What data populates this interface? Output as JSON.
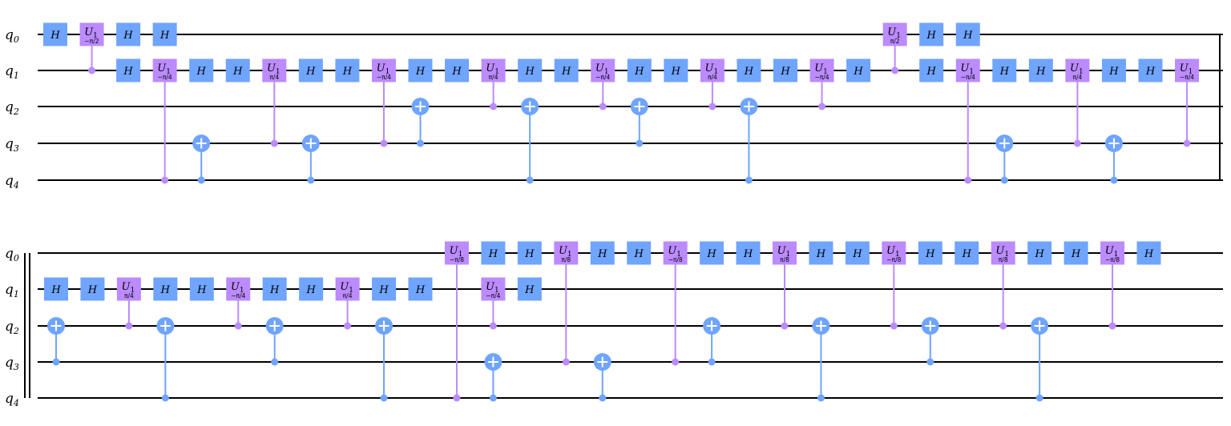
{
  "qubits": [
    "q",
    "q",
    "q",
    "q",
    "q"
  ],
  "qubit_indices": [
    "0",
    "1",
    "2",
    "3",
    "4"
  ],
  "gate_symbols": {
    "hadamard": "H",
    "u1": "U",
    "u1_subscript": "1"
  },
  "colors": {
    "hadamard": "#6fa4ff",
    "u1": "#bb8bff",
    "wire": "#000000"
  },
  "rows": [
    {
      "gates": [
        [
          "h",
          0,
          0
        ],
        [
          "cu1",
          1,
          0,
          1,
          "−π/2"
        ],
        [
          "h",
          2,
          0
        ],
        [
          "h",
          3,
          0
        ],
        [
          "h",
          2,
          1
        ],
        [
          "cu1",
          3,
          1,
          4,
          "−π/4"
        ],
        [
          "h",
          4,
          1
        ],
        [
          "cx",
          4,
          3,
          4
        ],
        [
          "h",
          5,
          1
        ],
        [
          "cu1",
          6,
          1,
          3,
          "π/4"
        ],
        [
          "h",
          7,
          1
        ],
        [
          "cx",
          7,
          3,
          4
        ],
        [
          "h",
          8,
          1
        ],
        [
          "cu1",
          9,
          1,
          3,
          "−π/4"
        ],
        [
          "h",
          10,
          1
        ],
        [
          "cx",
          10,
          2,
          3
        ],
        [
          "h",
          11,
          1
        ],
        [
          "cu1",
          12,
          1,
          2,
          "π/4"
        ],
        [
          "h",
          13,
          1
        ],
        [
          "cx",
          13,
          2,
          4
        ],
        [
          "h",
          14,
          1
        ],
        [
          "cu1",
          15,
          1,
          2,
          "−π/4"
        ],
        [
          "h",
          16,
          1
        ],
        [
          "cx",
          16,
          2,
          3
        ],
        [
          "h",
          17,
          1
        ],
        [
          "cu1",
          18,
          1,
          2,
          "π/4"
        ],
        [
          "h",
          19,
          1
        ],
        [
          "cx",
          19,
          2,
          4
        ],
        [
          "h",
          20,
          1
        ],
        [
          "cu1",
          21,
          1,
          2,
          "−π/4"
        ],
        [
          "h",
          22,
          1
        ],
        [
          "cu1",
          23,
          0,
          1,
          "π/2"
        ],
        [
          "h",
          24,
          0
        ],
        [
          "h",
          25,
          0
        ],
        [
          "h",
          24,
          1
        ],
        [
          "cu1",
          25,
          1,
          4,
          "−π/4"
        ],
        [
          "h",
          26,
          1
        ],
        [
          "cx",
          26,
          3,
          4
        ],
        [
          "h",
          27,
          1
        ],
        [
          "cu1",
          28,
          1,
          3,
          "π/4"
        ],
        [
          "h",
          29,
          1
        ],
        [
          "cx",
          29,
          3,
          4
        ],
        [
          "h",
          30,
          1
        ],
        [
          "cu1",
          31,
          1,
          3,
          "−π/4"
        ]
      ]
    },
    {
      "gates": [
        [
          "h",
          0,
          1
        ],
        [
          "cx",
          0,
          2,
          3
        ],
        [
          "h",
          1,
          1
        ],
        [
          "cu1",
          2,
          1,
          2,
          "π/4"
        ],
        [
          "h",
          3,
          1
        ],
        [
          "cx",
          3,
          2,
          4
        ],
        [
          "h",
          4,
          1
        ],
        [
          "cu1",
          5,
          1,
          2,
          "−π/4"
        ],
        [
          "h",
          6,
          1
        ],
        [
          "cx",
          6,
          2,
          3
        ],
        [
          "h",
          7,
          1
        ],
        [
          "cu1",
          8,
          1,
          2,
          "π/4"
        ],
        [
          "h",
          9,
          1
        ],
        [
          "cx",
          9,
          2,
          4
        ],
        [
          "h",
          10,
          1
        ],
        [
          "cu1",
          11,
          0,
          4,
          "−π/8"
        ],
        [
          "h",
          12,
          0
        ],
        [
          "cu1",
          12,
          1,
          2,
          "−π/4"
        ],
        [
          "cx",
          12,
          3,
          4
        ],
        [
          "h",
          13,
          0
        ],
        [
          "h",
          13,
          1
        ],
        [
          "cu1",
          14,
          0,
          3,
          "π/8"
        ],
        [
          "h",
          15,
          0
        ],
        [
          "cx",
          15,
          3,
          4
        ],
        [
          "h",
          16,
          0
        ],
        [
          "cu1",
          17,
          0,
          3,
          "−π/8"
        ],
        [
          "h",
          18,
          0
        ],
        [
          "cx",
          18,
          2,
          3
        ],
        [
          "h",
          19,
          0
        ],
        [
          "cu1",
          20,
          0,
          2,
          "π/8"
        ],
        [
          "h",
          21,
          0
        ],
        [
          "cx",
          21,
          2,
          4
        ],
        [
          "h",
          22,
          0
        ],
        [
          "cu1",
          23,
          0,
          2,
          "−π/8"
        ],
        [
          "h",
          24,
          0
        ],
        [
          "cx",
          24,
          2,
          3
        ],
        [
          "h",
          25,
          0
        ],
        [
          "cu1",
          26,
          0,
          2,
          "π/8"
        ],
        [
          "h",
          27,
          0
        ],
        [
          "cx",
          27,
          2,
          4
        ],
        [
          "h",
          28,
          0
        ],
        [
          "cu1",
          29,
          0,
          2,
          "−π/8"
        ],
        [
          "h",
          30,
          0
        ]
      ]
    }
  ]
}
